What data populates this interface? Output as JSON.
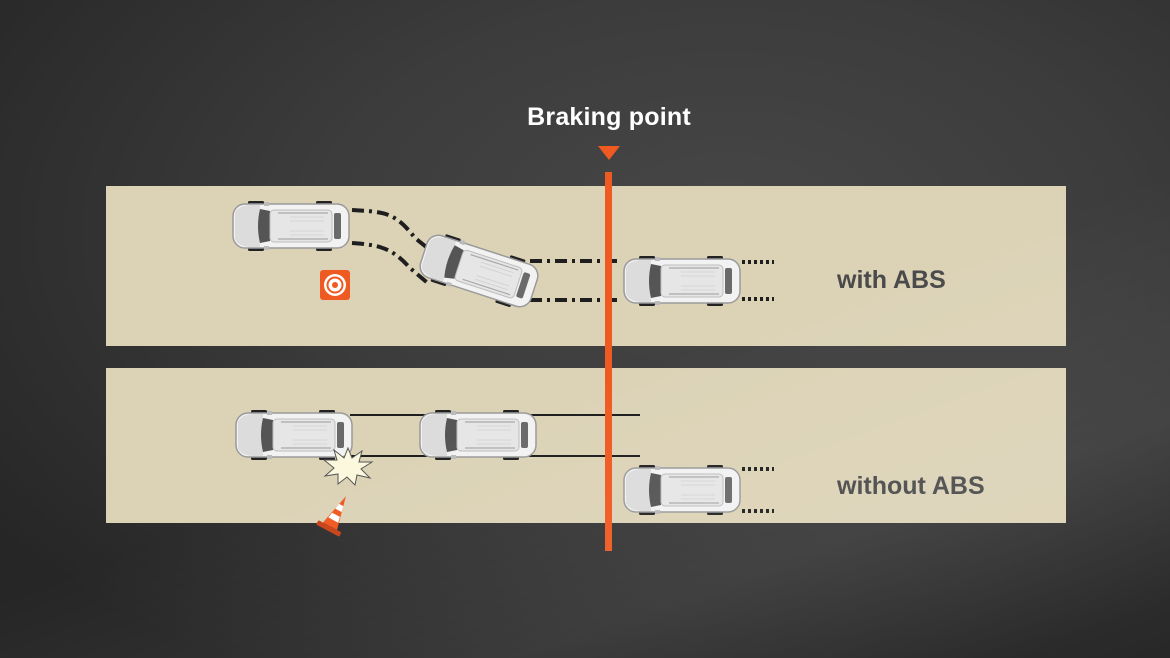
{
  "braking_point_label": "Braking point",
  "lanes": [
    {
      "label": "with ABS"
    },
    {
      "label": "without ABS"
    }
  ],
  "icons": {
    "car": "car-top-view-icon",
    "target": "target-sign-icon",
    "cone": "traffic-cone-icon",
    "impact": "impact-burst-icon"
  },
  "colors": {
    "accent": "#ef5a22",
    "lane": "#dcd3b7",
    "background": "#2f2f2f",
    "label": "#4a4a4a"
  }
}
